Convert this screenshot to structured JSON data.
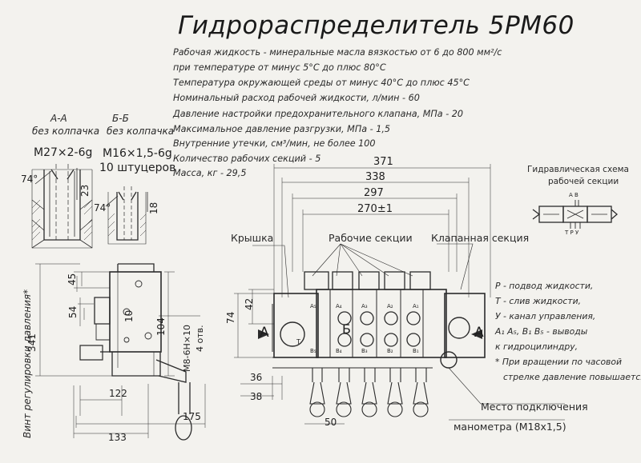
{
  "title": "Гидрораспределитель 5РМ60",
  "specs": [
    "Рабочая жидкость - минеральные масла вязкостью от 6 до 800 мм²/с",
    "при температуре от минус 5°С до плюс 80°С",
    "Температура окружающей среды от минус 40°С до плюс 45°С",
    "Номинальный расход рабочей жидкости, л/мин - 60",
    "Давление настройки предохранительного клапана, МПа - 20",
    "Максимальное давление разгрузки, МПа - 1,5",
    "Внутренние утечки, см³/мин, не более 100",
    "Количество рабочих секций - 5",
    "Масса, кг - 29,5"
  ],
  "section_aa": {
    "title": "А-А",
    "subtitle": "без колпачка",
    "thread": "М27×2-6g",
    "angle": "74°",
    "depth": "23"
  },
  "section_bb": {
    "title": "Б-Б",
    "subtitle": "без колпачка",
    "thread": "М16×1,5-6g",
    "note": "10 штуцеров",
    "angle": "74°",
    "depth": "18"
  },
  "side_view": {
    "dims": [
      "45",
      "54",
      "10",
      "104",
      "341",
      "122",
      "133",
      "175"
    ],
    "thread": "М8-6Н×10",
    "thread_note": "4 отв.",
    "screw_label": "Винт регулировки давления*"
  },
  "front_view": {
    "labels": {
      "cover": "Крышка",
      "work_sections": "Рабочие секции",
      "valve_section": "Клапанная секция"
    },
    "top_dims": [
      "371",
      "338",
      "297",
      "270±1"
    ],
    "left_dims": [
      "74",
      "42"
    ],
    "bottom_dims": [
      "36",
      "38",
      "50"
    ],
    "section_marks": [
      "А",
      "Б",
      "А"
    ],
    "port_labels_a": [
      "А₅",
      "А₄",
      "А₃",
      "А₂",
      "А₁"
    ],
    "port_labels_b": [
      "В₅",
      "В₄",
      "В₃",
      "В₂",
      "В₁"
    ],
    "port_t": "T",
    "gauge_label": [
      "Место подключения",
      "манометра (М18х1,5)"
    ]
  },
  "schema": {
    "title": [
      "Гидравлическая схема",
      "рабочей секции"
    ],
    "top_ports": "A B",
    "bottom_ports": "T P У"
  },
  "legend": [
    "Р - подвод жидкости,",
    "Т - слив жидкости,",
    "У - канал управления,",
    "А₁ А₅, В₁ В₅ - выводы",
    "к гидроцилиндру,",
    "* При вращении по часовой",
    "стрелке давление повышается"
  ]
}
